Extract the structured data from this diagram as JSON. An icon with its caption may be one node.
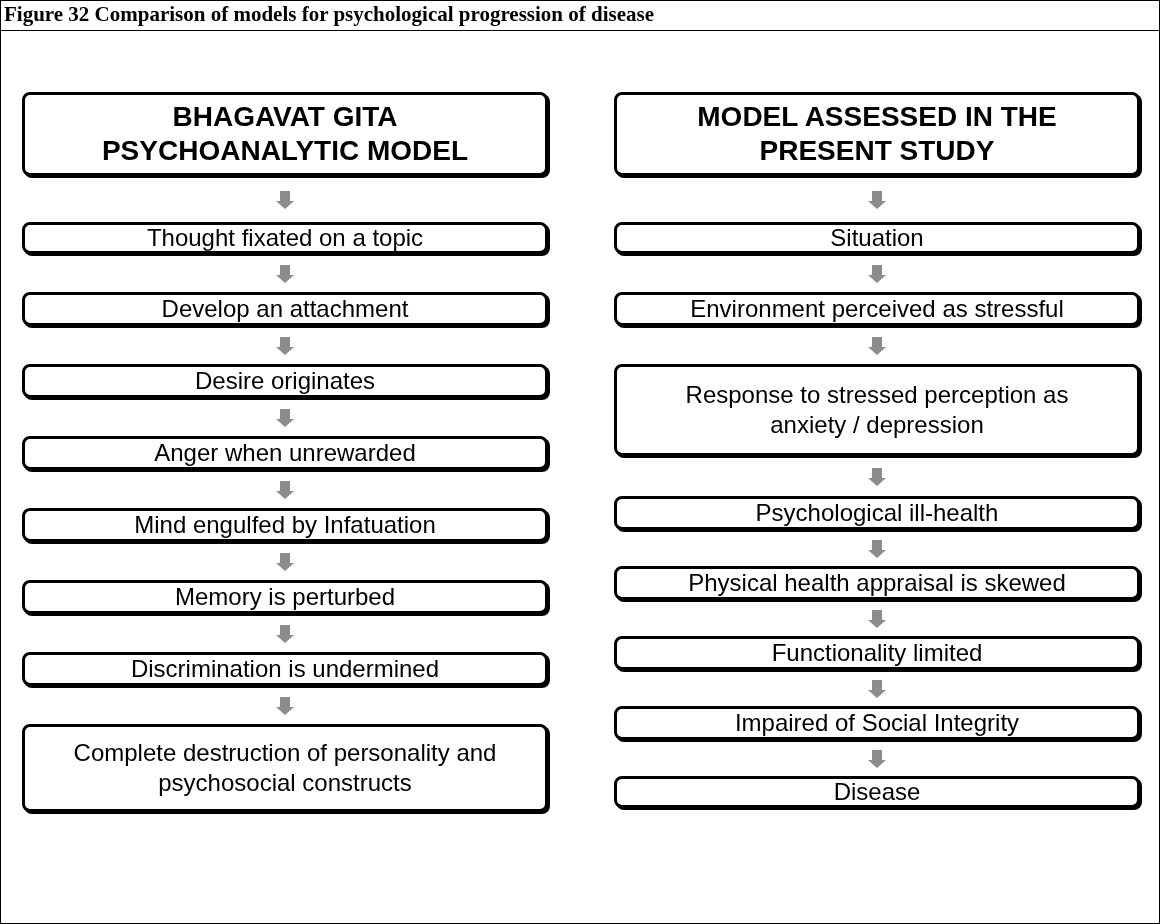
{
  "diagram": {
    "title": "Figure 32 Comparison of models for psychological progression of disease",
    "nodes": [
      {
        "text": [
          "BHAGAVAT GITA PSYCHOANALYTIC MODEL"
        ]
      },
      {
        "text": [
          "Thought fixated on a topic"
        ]
      },
      {
        "text": [
          "Develop an attachment"
        ]
      },
      {
        "text": [
          "Desire originates"
        ]
      },
      {
        "text": [
          "Anger when unrewarded"
        ]
      },
      {
        "text": [
          "Mind engulfed by Infatuation"
        ]
      },
      {
        "text": [
          "Memory is perturbed"
        ]
      },
      {
        "text": [
          "Discrimination is undermined"
        ]
      },
      {
        "text": [
          "Complete destruction of personality and psychosocial constructs"
        ]
      },
      {
        "text": [
          "MODEL ASSESSED IN THE PRESENT STUDY"
        ]
      },
      {
        "text": [
          "Situation"
        ]
      },
      {
        "text": [
          "Environment perceived as stressful"
        ]
      },
      {
        "text": [
          "Response to stressed perception as anxiety / depression"
        ]
      },
      {
        "text": [
          "Psychological ill-health"
        ]
      },
      {
        "text": [
          "Physical health appraisal is skewed"
        ]
      },
      {
        "text": [
          "Functionality limited"
        ]
      },
      {
        "text": [
          "Impaired of Social Integrity"
        ]
      },
      {
        "text": [
          "Disease"
        ]
      }
    ],
    "edges": [
      {
        "from": 0,
        "to": 1,
        "arrow": "to"
      },
      {
        "from": 1,
        "to": 2,
        "arrow": "to"
      },
      {
        "from": 2,
        "to": 3,
        "arrow": "to"
      },
      {
        "from": 3,
        "to": 4,
        "arrow": "to"
      },
      {
        "from": 4,
        "to": 5,
        "arrow": "to"
      },
      {
        "from": 5,
        "to": 6,
        "arrow": "to"
      },
      {
        "from": 6,
        "to": 7,
        "arrow": "to"
      },
      {
        "from": 7,
        "to": 8,
        "arrow": "to"
      },
      {
        "from": 9,
        "to": 10,
        "arrow": "to"
      },
      {
        "from": 10,
        "to": 11,
        "arrow": "to"
      },
      {
        "from": 11,
        "to": 12,
        "arrow": "to"
      },
      {
        "from": 12,
        "to": 13,
        "arrow": "to"
      },
      {
        "from": 13,
        "to": 14,
        "arrow": "to"
      },
      {
        "from": 14,
        "to": 15,
        "arrow": "to"
      },
      {
        "from": 15,
        "to": 16,
        "arrow": "to"
      },
      {
        "from": 16,
        "to": 17,
        "arrow": "to"
      }
    ]
  }
}
